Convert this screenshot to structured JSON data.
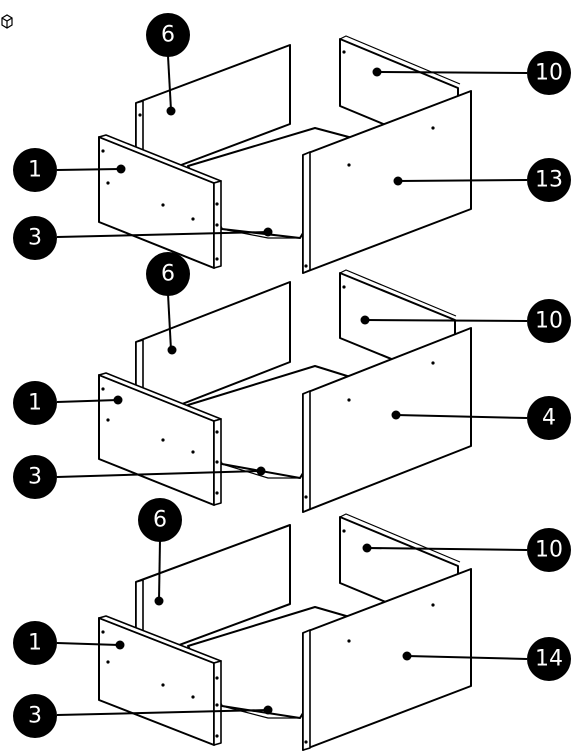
{
  "diagram": {
    "callouts": [
      {
        "id": "a1",
        "label": "6"
      },
      {
        "id": "a2",
        "label": "10"
      },
      {
        "id": "a3",
        "label": "1"
      },
      {
        "id": "a4",
        "label": "13"
      },
      {
        "id": "a5",
        "label": "3"
      },
      {
        "id": "b1",
        "label": "6"
      },
      {
        "id": "b2",
        "label": "10"
      },
      {
        "id": "b3",
        "label": "1"
      },
      {
        "id": "b4",
        "label": "4"
      },
      {
        "id": "b5",
        "label": "3"
      },
      {
        "id": "c1",
        "label": "6"
      },
      {
        "id": "c2",
        "label": "10"
      },
      {
        "id": "c3",
        "label": "1"
      },
      {
        "id": "c4",
        "label": "14"
      },
      {
        "id": "c5",
        "label": "3"
      }
    ]
  }
}
